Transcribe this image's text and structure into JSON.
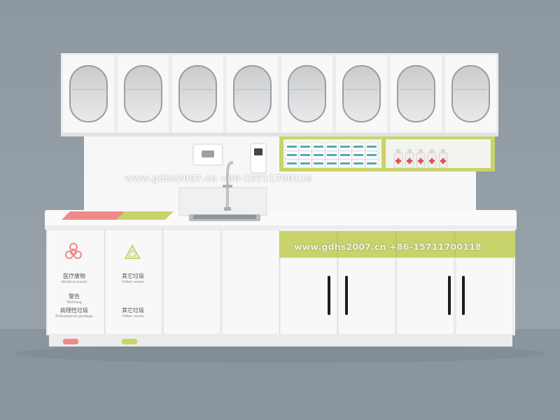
{
  "watermark": {
    "top": "www.gdhs2007.cn +86-15711700118",
    "bottom": "www.gdhs2007.cn +86-15711700118"
  },
  "bins": {
    "medical": {
      "cn": "医疗废物",
      "en": "Medical waste",
      "warn_cn": "警告",
      "warn_en": "Warning",
      "path_cn": "病理性垃圾",
      "path_en": "Pathological garbage"
    },
    "other": {
      "cn1": "其它垃圾",
      "en1": "Other waste",
      "cn2": "其它垃圾",
      "en2": "Other waste"
    }
  },
  "colors": {
    "wall": "#8f9aa3",
    "floor": "#8a949c",
    "cabinet": "#f5f5f5",
    "accent_green": "#c9d36b",
    "accent_red": "#ee8a8a"
  },
  "icons": {
    "medical_bin": "biohazard-icon",
    "other_bin": "recycle-icon"
  }
}
